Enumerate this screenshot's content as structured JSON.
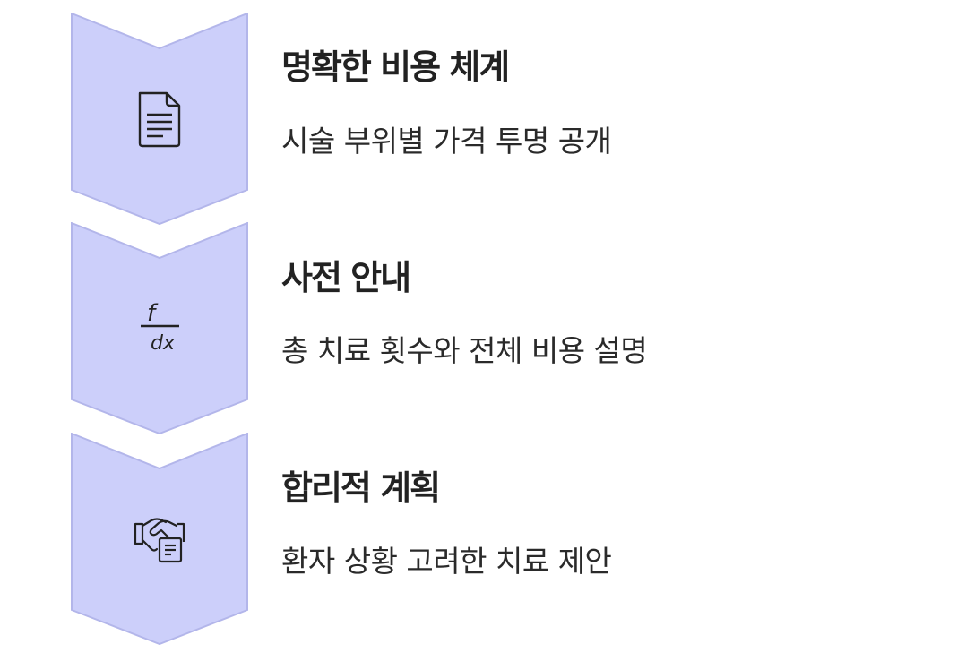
{
  "colors": {
    "chevron_fill": "#cccffa",
    "chevron_stroke": "#b3b6ea",
    "text_dark": "#222222"
  },
  "steps": [
    {
      "title": "명확한 비용 체계",
      "description": "시술 부위별 가격 투명 공개",
      "icon": "document-icon"
    },
    {
      "title": "사전 안내",
      "description": "총 치료 횟수와 전체 비용 설명",
      "icon": "function-fraction-icon",
      "icon_text": {
        "numerator": "f",
        "denominator": "dx"
      }
    },
    {
      "title": "합리적 계획",
      "description": "환자 상황 고려한 치료 제안",
      "icon": "handshake-document-icon"
    }
  ]
}
